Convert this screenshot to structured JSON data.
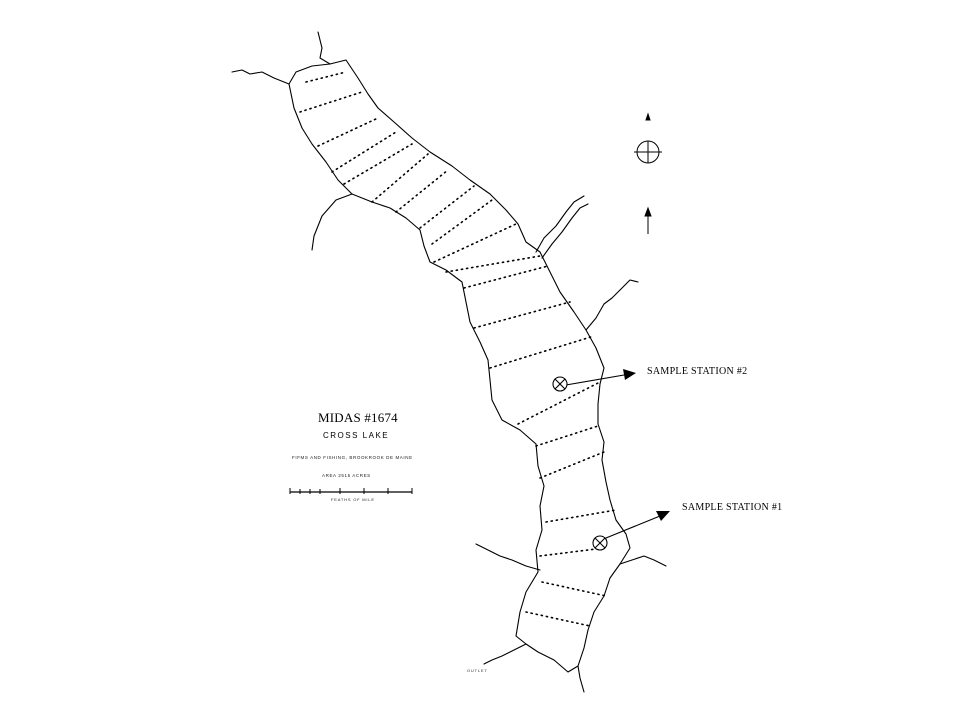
{
  "legend": {
    "title": "MIDAS #1674",
    "lake_name": "CROSS LAKE",
    "credit": "FIFMS AND FISHING, BROOKROOK DE MAINE",
    "area": "AREA 2515 ACRES",
    "scale_caption": "FEATHS OF MILE"
  },
  "stations": [
    {
      "label": "SAMPLE STATION #2"
    },
    {
      "label": "SAMPLE STATION #1"
    }
  ],
  "outlet_label": "OUTLET",
  "colors": {
    "ink": "#000000",
    "paper": "#ffffff"
  },
  "icons": [
    "north-arrow-icon",
    "compass-rose-icon",
    "station-marker-icon"
  ]
}
